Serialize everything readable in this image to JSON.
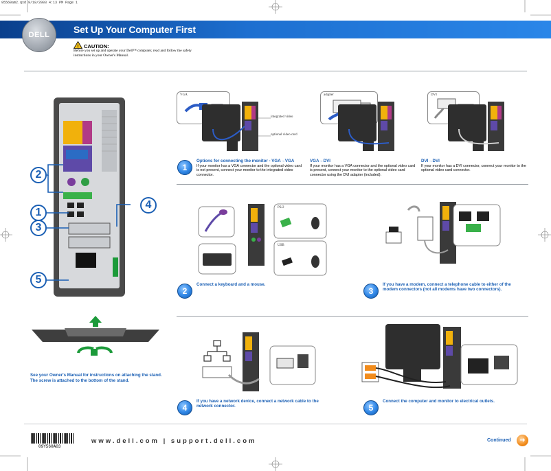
{
  "slug": "95560am2.qxd  9/18/2003  4:13 PM  Page 1",
  "logo_text": "DELL",
  "title": "Set Up Your Computer First",
  "caution": {
    "heading": "CAUTION:",
    "body": "Before you set up and operate your Dell™ computer, read and follow the safety instructions in your Owner's Manual."
  },
  "callouts": [
    "1",
    "2",
    "3",
    "4",
    "5"
  ],
  "stand_note": "See your Owner's Manual for instructions on attaching the stand. The screw is attached to the bottom of the stand.",
  "step1": {
    "number": "1",
    "vga_label": "VGA",
    "integrated_video": "integrated video",
    "optional_video_card": "optional video card",
    "caption_head": "Options for connecting the monitor - VGA→VGA",
    "caption_body": "If your monitor has a VGA connector and the optional video card is not present, connect your monitor to the integrated video connector.",
    "adapter_label": "adapter",
    "vga_dvi_head": "VGA→DVI",
    "vga_dvi_body": "If your monitor has a VGA connector and the optional video card is present, connect your monitor to the optional video card connector using the DVI adapter (included).",
    "dvi_label": "DVI",
    "dvi_dvi_head": "DVI→DVI",
    "dvi_dvi_body": "If your monitor has a DVI connector, connect your monitor to the optional video card connector."
  },
  "step2": {
    "number": "2",
    "ps2_label": "PS/2",
    "usb_label": "USB",
    "caption": "Connect a keyboard and a mouse."
  },
  "step3": {
    "number": "3",
    "caption": "If you have a modem, connect a telephone cable to either of the modem connectors (not all modems have two connectors)."
  },
  "step4": {
    "number": "4",
    "caption": "If you have a network device, connect a network cable to the network connector."
  },
  "step5": {
    "number": "5",
    "caption": "Connect the computer and monitor to electrical outlets."
  },
  "footer": {
    "barcode_text": "09Y560A03",
    "url": "www.dell.com | support.dell.com",
    "continued": "Continued"
  },
  "colors": {
    "banner_dark": "#0a3f8c",
    "banner_light": "#2a86e8",
    "accent_blue": "#1a5fb4",
    "arrow_green": "#1c9a3a",
    "continued_orange": "#f28c1c"
  }
}
